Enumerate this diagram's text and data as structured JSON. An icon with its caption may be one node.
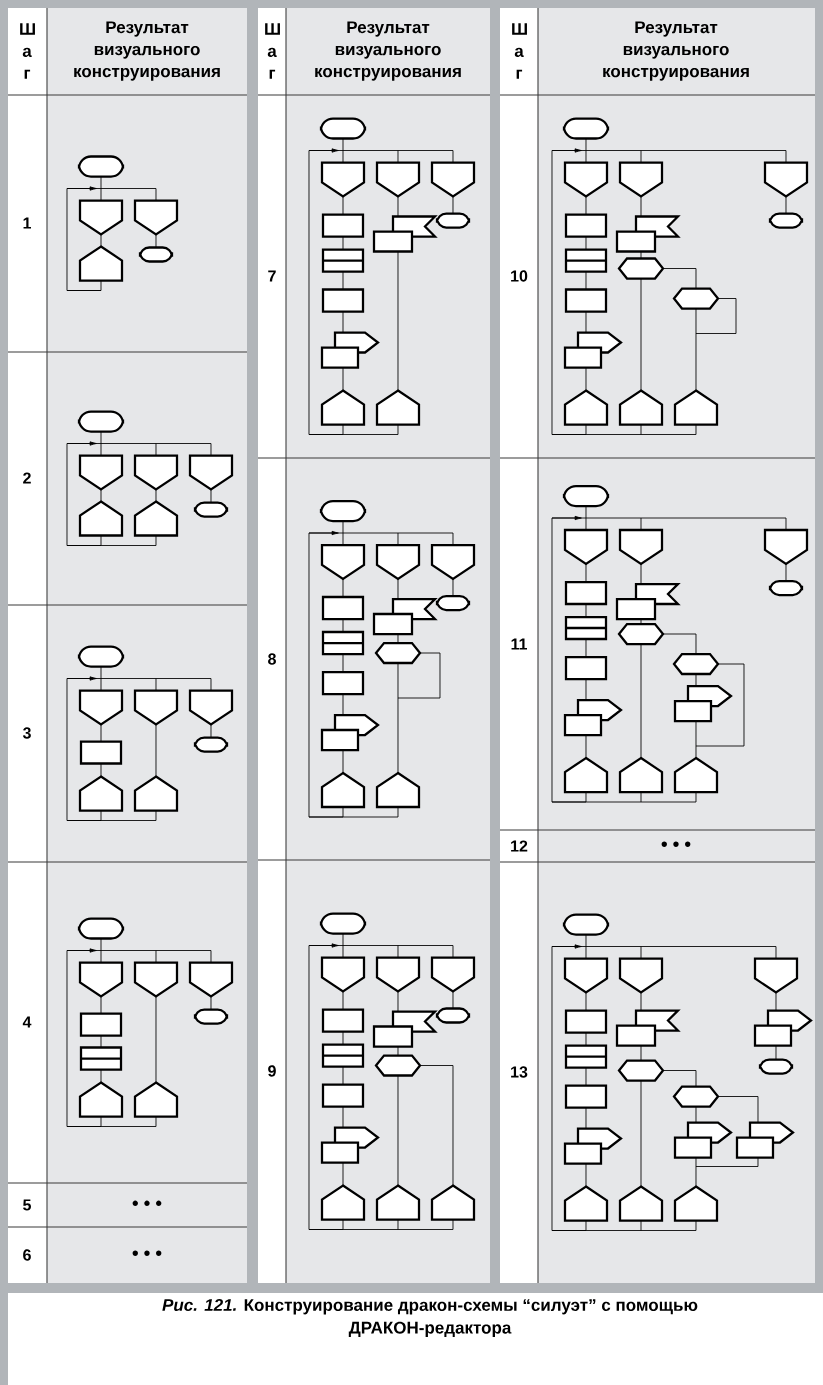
{
  "diagram": {
    "caption": "*Рис. 121.* Конструирование дракон-схемы “силуэт” с помощью ДРАКОН-редактора",
    "labels": [
      "Ш а г",
      "Результат визуального конструирования",
      "1",
      "2",
      "3",
      "4",
      "5",
      "• • •",
      "6",
      "• • •",
      "Ш а г",
      "Результат визуального конструирования",
      "7",
      "8",
      "9",
      "Ш а г",
      "Результат визуального конструирования",
      "10",
      "11",
      "12",
      "• • •",
      "13"
    ]
  }
}
